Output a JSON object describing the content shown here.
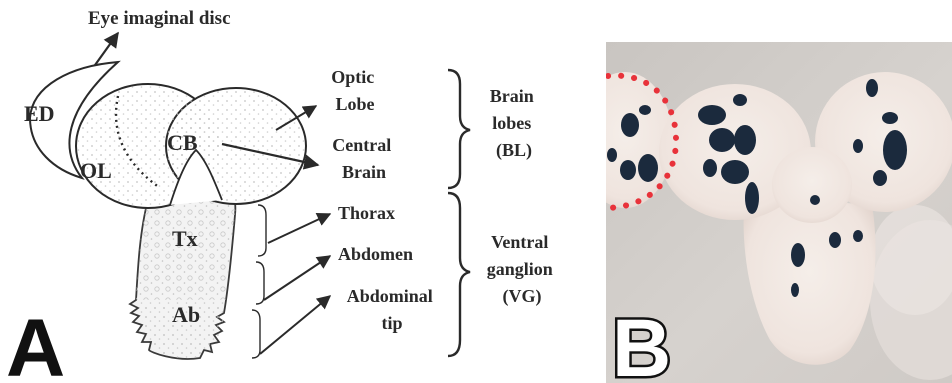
{
  "panel_a": {
    "letter": "A",
    "top_label": "Eye imaginal disc",
    "region_labels": {
      "ed": "ED",
      "ol": "OL",
      "cb": "CB",
      "tx": "Tx",
      "ab": "Ab"
    },
    "callouts": {
      "optic": [
        "Optic",
        "Lobe"
      ],
      "central": [
        "Central",
        "Brain"
      ],
      "thorax": "Thorax",
      "abdomen": "Abdomen",
      "tip": [
        "Abdominal",
        "tip"
      ]
    },
    "groups": {
      "brain_lobes": [
        "Brain",
        "lobes",
        "(BL)"
      ],
      "ventral_ganglion": [
        "Ventral",
        "ganglion",
        "(VG)"
      ]
    }
  },
  "panel_b": {
    "letter": "B",
    "stain_color": "#1b2a3d",
    "outline_color": "#e8323a"
  }
}
